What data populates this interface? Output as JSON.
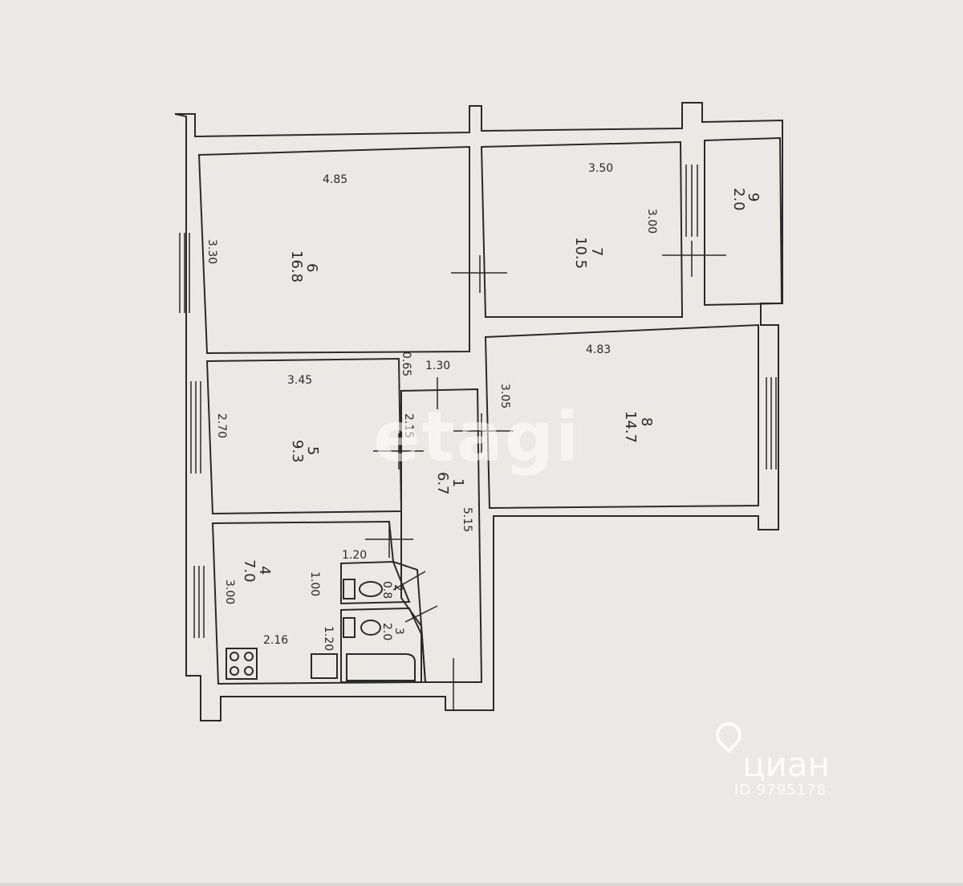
{
  "plan": {
    "rooms": [
      {
        "no": "1",
        "area": "6.7"
      },
      {
        "no": "2",
        "area": "0.8"
      },
      {
        "no": "3",
        "area": "2.0"
      },
      {
        "no": "4",
        "area": "7.0"
      },
      {
        "no": "5",
        "area": "9.3"
      },
      {
        "no": "6",
        "area": "16.8"
      },
      {
        "no": "7",
        "area": "10.5"
      },
      {
        "no": "8",
        "area": "14.7"
      },
      {
        "no": "9",
        "area": "2.0"
      }
    ],
    "dimensions": [
      "4.85",
      "3.30",
      "3.50",
      "3.00",
      "4.83",
      "3.05",
      "3.45",
      "2.70",
      "0.65",
      "1.30",
      "2.15",
      "5.15",
      "1.20",
      "1.00",
      "3.00",
      "2.16",
      "1.20"
    ]
  },
  "watermarks": {
    "etagi": "etagi",
    "cian": "циан",
    "cian_id": "ID 9795178"
  },
  "colors": {
    "paper": "#f3f1ed",
    "line": "#2a2a2a",
    "background": "#d9d6d3"
  }
}
